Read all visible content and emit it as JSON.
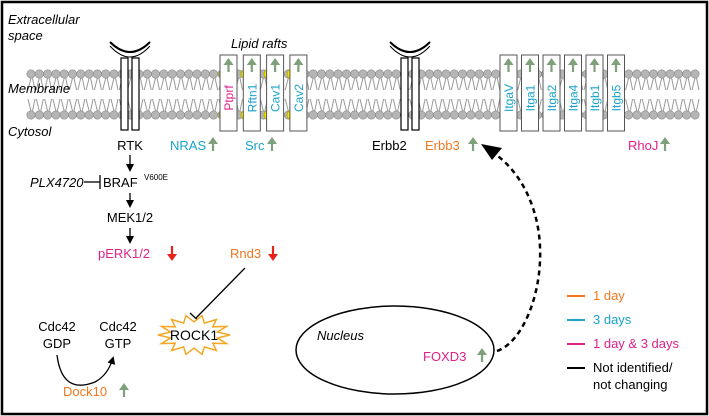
{
  "compartments": {
    "extracellular_line1": "Extracellular",
    "extracellular_line2": "space",
    "membrane": "Membrane",
    "cytosol": "Cytosol",
    "lipid_rafts": "Lipid rafts",
    "nucleus": "Nucleus"
  },
  "raft_proteins": [
    {
      "label": "Ptprf",
      "color": "#e0218a",
      "change": "up"
    },
    {
      "label": "Rftn1",
      "color": "#1aa3c9",
      "change": "up"
    },
    {
      "label": "Cav1",
      "color": "#1aa3c9",
      "change": "up"
    },
    {
      "label": "Cav2",
      "color": "#1aa3c9",
      "change": "up"
    }
  ],
  "integrins": [
    {
      "label": "ItgaV",
      "color": "#1aa3c9",
      "change": "up"
    },
    {
      "label": "Itga1",
      "color": "#1aa3c9",
      "change": "up"
    },
    {
      "label": "Itga2",
      "color": "#1aa3c9",
      "change": "up"
    },
    {
      "label": "Itga4",
      "color": "#1aa3c9",
      "change": "up"
    },
    {
      "label": "Itgb1",
      "color": "#1aa3c9",
      "change": "up"
    },
    {
      "label": "Itgb5",
      "color": "#1aa3c9",
      "change": "up"
    }
  ],
  "nodes": {
    "rtk": "RTK",
    "nras": "NRAS",
    "src": "Src",
    "erbb2": "Erbb2",
    "erbb3": "Erbb3",
    "rhoj": "RhoJ",
    "plx": "PLX4720",
    "braf": "BRAF",
    "braf_sup": "V600E",
    "mek": "MEK1/2",
    "perk": "pERK1/2",
    "rnd3": "Rnd3",
    "rock1": "ROCK1",
    "cdc42_gdp_line1": "Cdc42",
    "cdc42_gdp_line2": "GDP",
    "cdc42_gtp_line1": "Cdc42",
    "cdc42_gtp_line2": "GTP",
    "dock10": "Dock10",
    "foxd3": "FOXD3"
  },
  "legend": {
    "items": [
      {
        "label": "1 day",
        "color": "#f07820"
      },
      {
        "label": "3 days",
        "color": "#1aa3c9"
      },
      {
        "label": "1 day & 3 days",
        "color": "#e0218a"
      }
    ],
    "not_changing_line1": "Not identified/",
    "not_changing_line2": "not changing",
    "not_changing_color": "#000000"
  },
  "colors": {
    "one_day": "#f07820",
    "three_days": "#1aa3c9",
    "both": "#e0218a",
    "up_arrow": "#7ea07a",
    "down_arrow": "#e8231c",
    "membrane_head": "#b5b5b5",
    "raft_head": "#f2e600",
    "rock_burst": "#f5a623"
  }
}
